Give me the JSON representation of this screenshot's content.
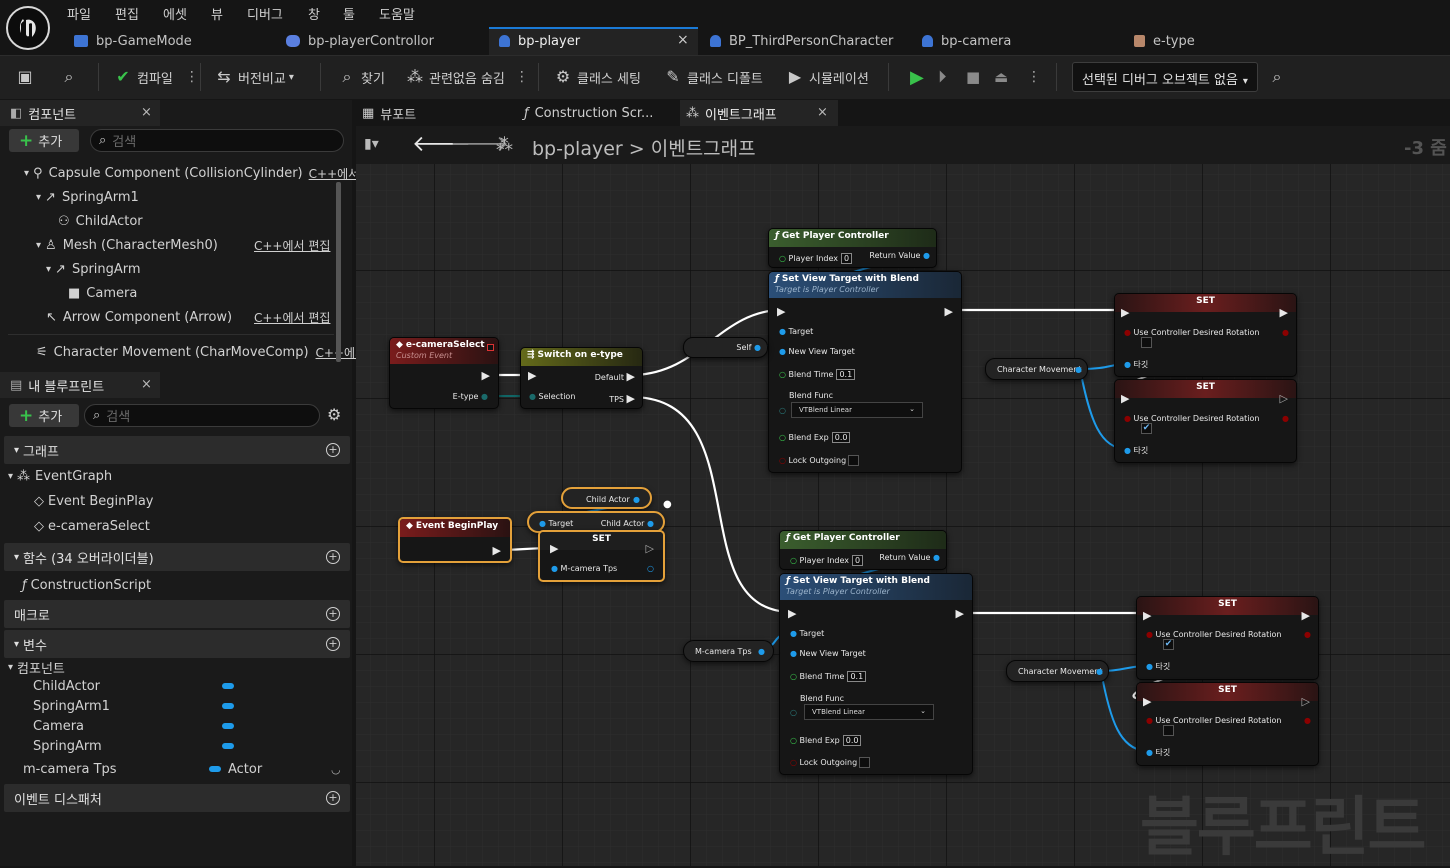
{
  "menu": [
    "파일",
    "편집",
    "에셋",
    "뷰",
    "디버그",
    "창",
    "툴",
    "도움말"
  ],
  "doc_tabs": [
    {
      "label": "bp-GameMode",
      "icon": "gamemode-icon"
    },
    {
      "label": "bp-playerControllor",
      "icon": "gamepad-icon"
    },
    {
      "label": "bp-player",
      "icon": "pawn-icon",
      "close": "×"
    },
    {
      "label": "BP_ThirdPersonCharacter",
      "icon": "pawn-icon"
    },
    {
      "label": "bp-camera",
      "icon": "pawn-icon"
    },
    {
      "label": "e-type",
      "icon": "enum-icon"
    }
  ],
  "toolbar": {
    "compile": "컴파일",
    "diff": "버전비교",
    "find": "찾기",
    "hide_unrelated": "관련없음 숨김",
    "class_settings": "클래스 세팅",
    "class_defaults": "클래스 디폴트",
    "simulation": "시뮬레이션",
    "debug_object": "선택된 디버그 오브젝트 없음"
  },
  "components_panel": {
    "title": "컴포넌트",
    "add": "추가",
    "search_placeholder": "검색",
    "items": [
      {
        "label": "Capsule Component (CollisionCylinder)",
        "edit": "C++에서"
      },
      {
        "label": "SpringArm1",
        "edit": ""
      },
      {
        "label": "ChildActor",
        "edit": ""
      },
      {
        "label": "Mesh (CharacterMesh0)",
        "edit": "C++에서 편집"
      },
      {
        "label": "SpringArm",
        "edit": ""
      },
      {
        "label": "Camera",
        "edit": ""
      },
      {
        "label": "Arrow Component (Arrow)",
        "edit": "C++에서 편집"
      },
      {
        "label": "Character Movement (CharMoveComp)",
        "edit": "C++에서"
      }
    ]
  },
  "my_blueprint": {
    "title": "내 블루프린트",
    "add": "추가",
    "search_placeholder": "검색",
    "graphs_section": "그래프",
    "event_graph": "EventGraph",
    "events": [
      "Event BeginPlay",
      "e-cameraSelect"
    ],
    "functions_section": "함수 (34 오버라이더블)",
    "construction_script": "ConstructionScript",
    "macros_section": "매크로",
    "variables_section": "변수",
    "components_category": "컴포넌트",
    "component_vars": [
      "ChildActor",
      "SpringArm1",
      "Camera",
      "SpringArm"
    ],
    "var_name": "m-camera Tps",
    "var_type": "Actor",
    "dispatchers_section": "이벤트 디스패처"
  },
  "graph_tabs": [
    "뷰포트",
    "Construction Scr...",
    "이벤트그래프"
  ],
  "graph_tab_close": "×",
  "breadcrumb": {
    "blueprint": "bp-player",
    "separator": ">",
    "graph": "이벤트그래프"
  },
  "zoom": "-3 줌",
  "watermark": "블루프린트",
  "nodes": {
    "get_pc": "Get Player Controller",
    "player_index": "Player Index",
    "player_index_value": "0",
    "return_value": "Return Value",
    "set_view": "Set View Target with Blend",
    "target_is": "Target is Player Controller",
    "target": "Target",
    "new_view_target": "New View Target",
    "blend_time": "Blend Time",
    "blend_time_value": "0.1",
    "blend_func": "Blend Func",
    "blend_func_value": "VTBlend Linear",
    "blend_exp": "Blend Exp",
    "blend_exp_value": "0.0",
    "lock_outgoing": "Lock Outgoing",
    "custom_event": "e-cameraSelect",
    "custom_event_sub": "Custom Event",
    "etype_pin": "E-type",
    "switch": "Switch on e-type",
    "selection": "Selection",
    "default": "Default",
    "tps": "TPS",
    "self": "Self",
    "set": "SET",
    "use_desired_rotation": "Use Controller Desired Rotation",
    "target_kr": "타깃",
    "char_movement": "Character Movement",
    "child_actor": "Child Actor",
    "begin_play": "Event BeginPlay",
    "m_camera": "M-camera Tps"
  },
  "colors": {
    "accent": "#1a7ad6",
    "exec": "#ffffff",
    "object_pin": "#1e9bea",
    "bool_pin": "#8c0000",
    "float_pin": "#39c24b",
    "highlight": "#e4a13a"
  }
}
